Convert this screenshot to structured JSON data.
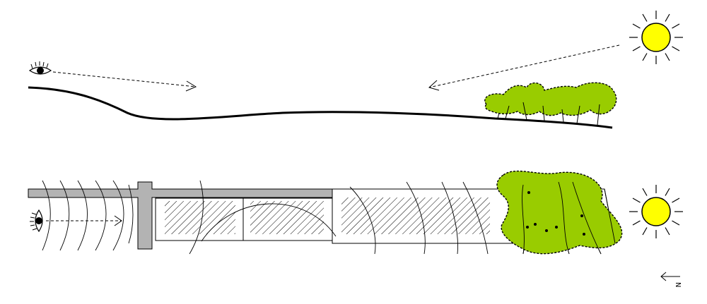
{
  "colors": {
    "sun_fill": "#ffff00",
    "vegetation_fill": "#99cc00",
    "road_fill": "#b3b3b3",
    "line": "#000000",
    "background": "#ffffff"
  },
  "section_view": {
    "icons": [
      "eye-icon",
      "sun-icon"
    ],
    "arrows": [
      "view-arrow",
      "sunlight-arrow"
    ]
  },
  "plan_view": {
    "icons": [
      "eye-icon",
      "sun-icon"
    ],
    "blocks": 3,
    "north_arrow": {
      "label": "N"
    }
  }
}
